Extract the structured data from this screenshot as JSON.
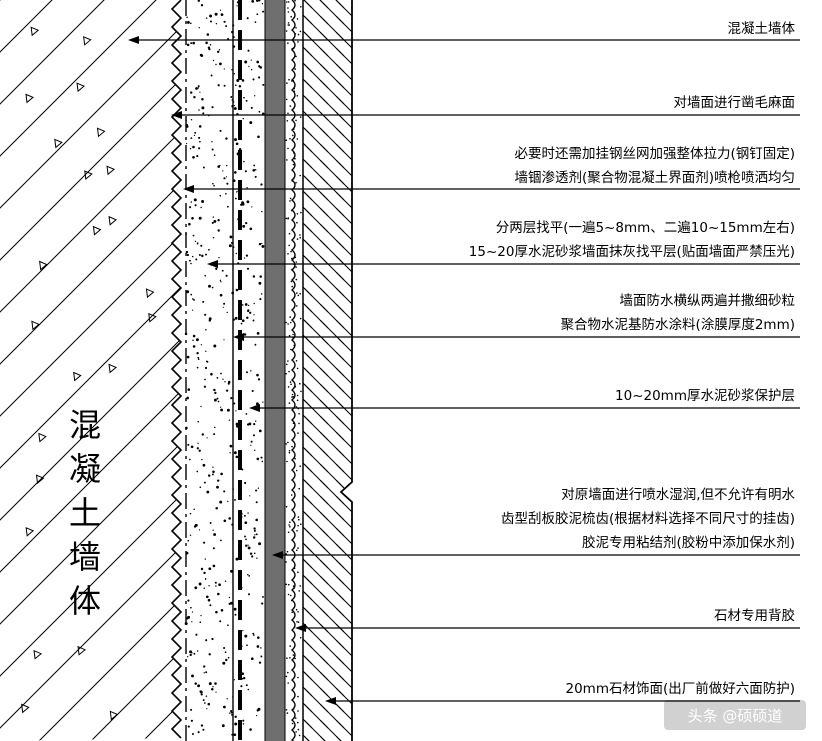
{
  "wall_title_chars": [
    "混",
    "凝",
    "土",
    "墙",
    "体"
  ],
  "labels": [
    {
      "lines": [
        "混凝土墙体"
      ]
    },
    {
      "lines": [
        "对墙面进行凿毛麻面"
      ]
    },
    {
      "lines": [
        "必要时还需加挂钢丝网加强整体拉力(钢钉固定)",
        "墙锢渗透剂(聚合物混凝土界面剂)喷枪喷洒均匀"
      ]
    },
    {
      "lines": [
        "分两层找平(一遍5~8mm、二遍10~15mm左右)",
        "15~20厚水泥砂浆墙面抹灰找平层(贴面墙面严禁压光)"
      ]
    },
    {
      "lines": [
        "墙面防水横纵两遍并撒细砂粒",
        "聚合物水泥基防水涂料(涂膜厚度2mm)"
      ]
    },
    {
      "lines": [
        "10~20mm厚水泥砂浆保护层"
      ]
    },
    {
      "lines": [
        "对原墙面进行喷水湿润,但不允许有明水",
        "齿型刮板胶泥梳齿(根据材料选择不同尺寸的挂齿)",
        "胶泥专用粘结剂(胶粉中添加保水剂)"
      ]
    },
    {
      "lines": [
        "石材专用背胶"
      ]
    },
    {
      "lines": [
        "20mm石材饰面(出厂前做好六面防护)"
      ]
    }
  ],
  "watermark": "头条 @硕硕道",
  "colors": {
    "line": "#000000",
    "membrane": "#6f6f6f",
    "background": "#ffffff"
  }
}
